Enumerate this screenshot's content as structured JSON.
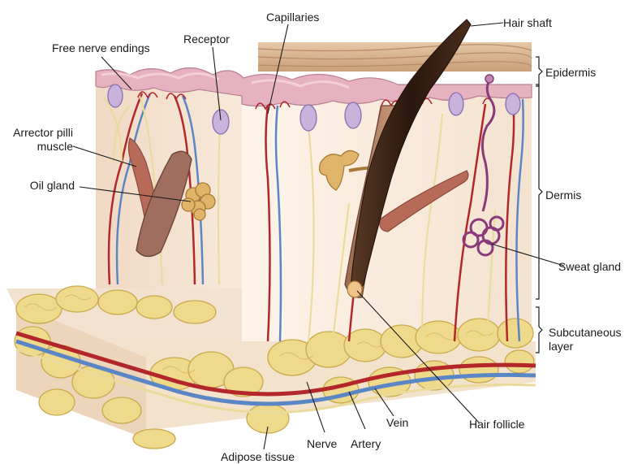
{
  "labels": {
    "free_nerve_endings": "Free nerve endings",
    "receptor": "Receptor",
    "capillaries": "Capillaries",
    "hair_shaft": "Hair shaft",
    "epidermis": "Epidermis",
    "arrector_line1": "Arrector pilli",
    "arrector_line2": "muscle",
    "oil_gland": "Oil gland",
    "dermis": "Dermis",
    "sweat_gland": "Sweat gland",
    "subcutaneous_line1": "Subcutaneous",
    "subcutaneous_line2": "layer",
    "hair_follicle": "Hair follicle",
    "vein": "Vein",
    "artery": "Artery",
    "nerve": "Nerve",
    "adipose_tissue": "Adipose tissue"
  },
  "colors": {
    "epidermis_pink": "#e9b7c4",
    "dermis_cream": "#f6e6d6",
    "artery_red": "#b3262a",
    "vein_blue": "#5b86c6",
    "nerve_yellow": "#eadb9a",
    "fat_yellow": "#efd98a",
    "hair_brown": "#3a2418",
    "muscle": "#b86a58"
  }
}
